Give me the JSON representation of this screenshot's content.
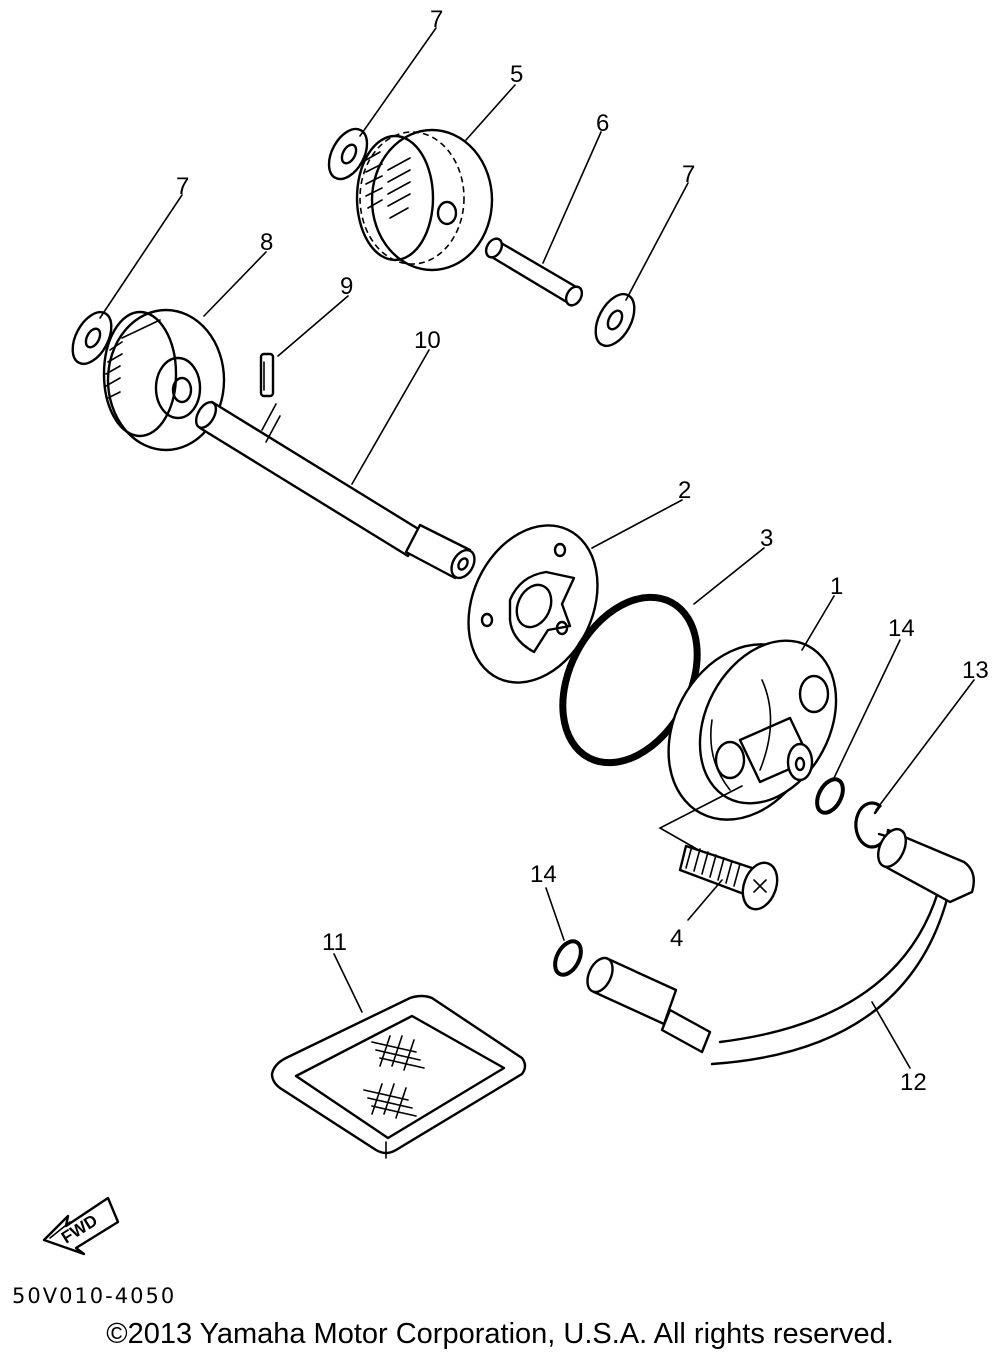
{
  "callouts": {
    "c1": "1",
    "c2": "2",
    "c3": "3",
    "c4": "4",
    "c5": "5",
    "c6": "6",
    "c7a": "7",
    "c7b": "7",
    "c7c": "7",
    "c8": "8",
    "c9": "9",
    "c10": "10",
    "c11": "11",
    "c12": "12",
    "c13": "13",
    "c14a": "14",
    "c14b": "14"
  },
  "fwd_label": "FWD",
  "fwd_icon": "forward-arrow-icon",
  "diagram_code": "50V010-4050",
  "copyright": "©2013 Yamaha Motor Corporation, U.S.A. All rights reserved."
}
